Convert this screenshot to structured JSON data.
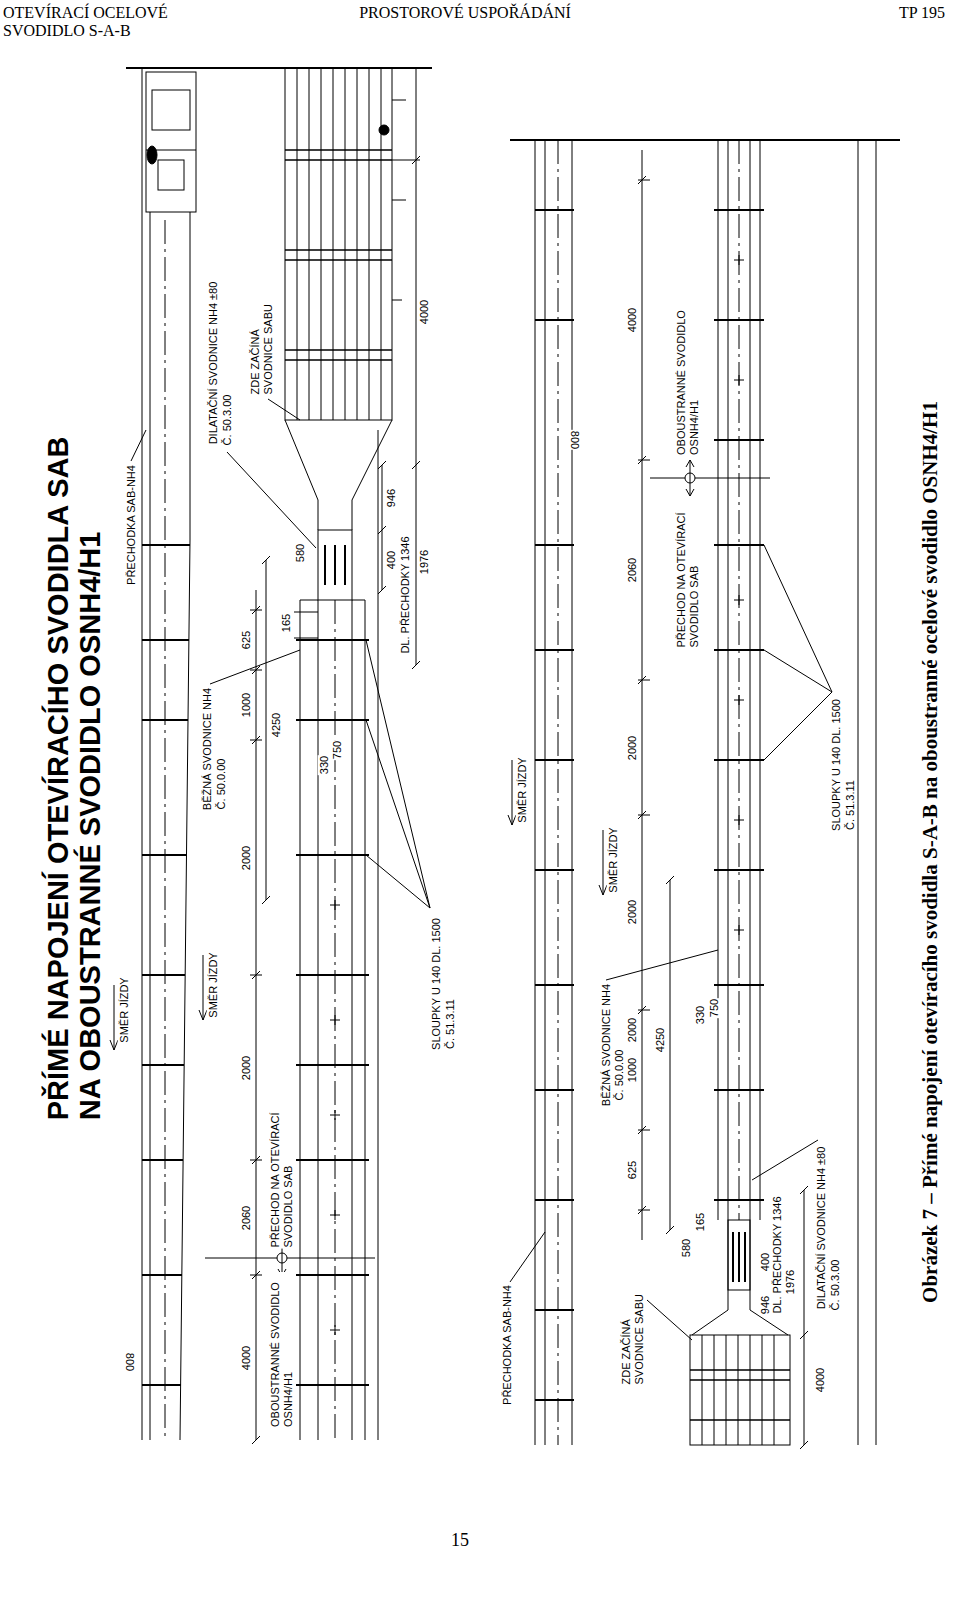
{
  "diagram": {
    "title": "PŘÍMÉ NAPOJENÍ OTEVÍRACÍHO SVODIDLA SAB NA OBOUSTRANNÉ SVODIDLO OSNH4/H1",
    "caption": "Obrázek 7 – Přímé napojení otevíracího svodidla S-A-B na oboustranné ocelové svodidlo OSNH4/H1",
    "labels": [
      "OTEVÍRACÍ OCELOVÉ SVODIDLO S-A-B",
      "PROSTOROVÉ USPOŘÁDÁNÍ",
      "TP 195",
      "SMĚR JÍZDY",
      "SMĚR JÍZDY",
      "PŘECHODKA SAB-NH4",
      "DILATAČNÍ SVODNICE NH4 ±80",
      "Č. 50.3.00",
      "ZDE ZAČÍNÁ SVODNICE SABU",
      "BĚŽNÁ SVODNICE NH4",
      "Č. 50.0.00",
      "625",
      "1000",
      "2000",
      "2000",
      "2060",
      "4000",
      "165",
      "580",
      "4250",
      "750",
      "330",
      "4000",
      "946",
      "400",
      "DL. PŘECHODKY 1346",
      "1976",
      "SLOUPKY U 140 DL. 1500",
      "Č. 51.3.11",
      "PŘECHOD NA OTEVÍRACÍ SVODIDLO SAB",
      "OBOUSTRANNÉ SVODIDLO OSNH4/H1",
      "800",
      "800",
      "4000",
      "2060",
      "2000",
      "2000",
      "2000",
      "1000",
      "625",
      "OBOUSTRANNÉ SVODIDLO OSNH4/H1",
      "PŘECHOD NA OTEVÍRACÍ SVODIDLO SAB",
      "SMĚR JÍZDY",
      "SMĚR JÍZDY",
      "BĚŽNÁ SVODNICE NH4",
      "Č. 50.0.00",
      "4250",
      "330",
      "750",
      "165",
      "580",
      "400",
      "946",
      "DL. PŘECHODKY 1346",
      "1976",
      "PŘECHODKA SAB-NH4",
      "ZDE ZAČÍNÁ SVODNICE SABU",
      "DILATAČNÍ SVODNICE NH4 ±80",
      "Č. 50.3.00",
      "SLOUPKY U 140 DL. 1500",
      "Č. 51.3.11",
      "4000",
      "15"
    ]
  }
}
